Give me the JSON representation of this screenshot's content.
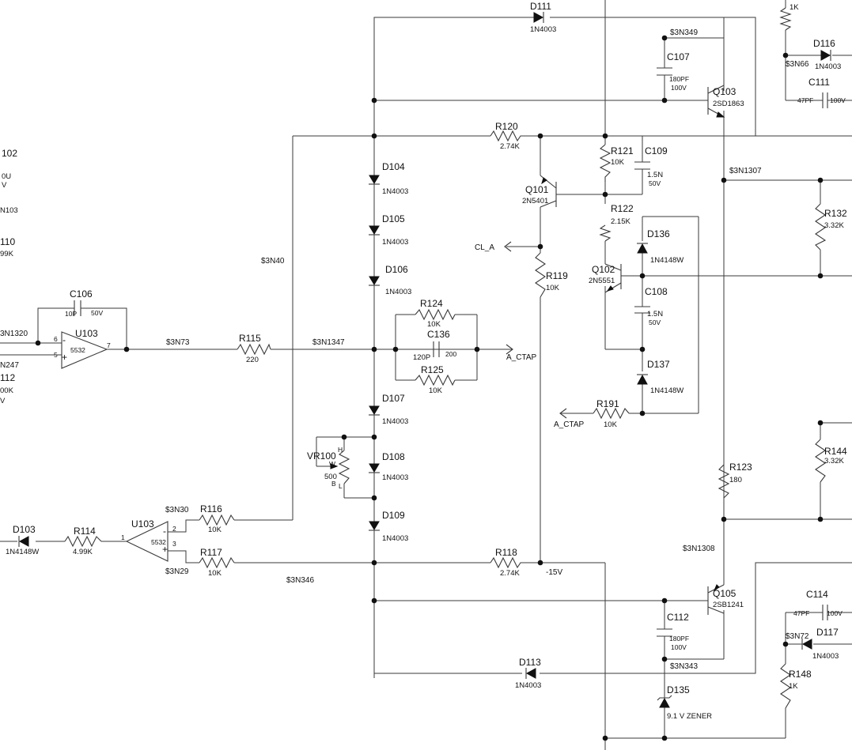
{
  "components": {
    "D111": {
      "ref": "D111",
      "value": "1N4003"
    },
    "D116": {
      "ref": "D116",
      "value": "1N4003"
    },
    "R_top": {
      "value": "1K"
    },
    "C107": {
      "ref": "C107",
      "value": "180PF",
      "voltage": "100V"
    },
    "C111": {
      "ref": "C111",
      "value": "47PF",
      "voltage": "100V"
    },
    "Q103": {
      "ref": "Q103",
      "value": "2SD1863"
    },
    "R120": {
      "ref": "R120",
      "value": "2.74K"
    },
    "R121": {
      "ref": "R121",
      "value": "10K"
    },
    "C109": {
      "ref": "C109",
      "value": "1.5N",
      "voltage": "50V"
    },
    "D104": {
      "ref": "D104",
      "value": "1N4003"
    },
    "D105": {
      "ref": "D105",
      "value": "1N4003"
    },
    "D106": {
      "ref": "D106",
      "value": "1N4003"
    },
    "Q101": {
      "ref": "Q101",
      "value": "2N5401"
    },
    "R122": {
      "ref": "R122",
      "value": "2.15K"
    },
    "R132": {
      "ref": "R132",
      "value": "3.32K"
    },
    "D136": {
      "ref": "D136",
      "value": "1N4148W"
    },
    "Q102": {
      "ref": "Q102",
      "value": "2N5551"
    },
    "R119": {
      "ref": "R119",
      "value": "10K"
    },
    "C108": {
      "ref": "C108",
      "value": "1.5N",
      "voltage": "50V"
    },
    "C106": {
      "ref": "C106",
      "value": "10P",
      "voltage": "50V"
    },
    "U103a": {
      "ref": "U103",
      "value": "5532"
    },
    "R124": {
      "ref": "R124",
      "value": "10K"
    },
    "C136": {
      "ref": "C136",
      "value": "120P",
      "voltage": "200"
    },
    "R125": {
      "ref": "R125",
      "value": "10K"
    },
    "R115": {
      "ref": "R115",
      "value": "220"
    },
    "D137": {
      "ref": "D137",
      "value": "1N4148W"
    },
    "R191": {
      "ref": "R191",
      "value": "10K"
    },
    "D107": {
      "ref": "D107",
      "value": "1N4003"
    },
    "VR100": {
      "ref": "VR100",
      "value": "500"
    },
    "D108": {
      "ref": "D108",
      "value": "1N4003"
    },
    "R144": {
      "ref": "R144",
      "value": "3.32K"
    },
    "R123": {
      "ref": "R123",
      "value": "180"
    },
    "R116": {
      "ref": "R116",
      "value": "10K"
    },
    "D109": {
      "ref": "D109",
      "value": "1N4003"
    },
    "D103": {
      "ref": "D103",
      "value": "1N4148W"
    },
    "R114": {
      "ref": "R114",
      "value": "4.99K"
    },
    "U103b": {
      "ref": "U103",
      "value": "5532"
    },
    "R117": {
      "ref": "R117",
      "value": "10K"
    },
    "R118": {
      "ref": "R118",
      "value": "2.74K"
    },
    "Q105": {
      "ref": "Q105",
      "value": "2SB1241"
    },
    "C114": {
      "ref": "C114",
      "value": "47PF",
      "voltage": "100V"
    },
    "C112": {
      "ref": "C112",
      "value": "180PF",
      "voltage": "100V"
    },
    "D117": {
      "ref": "D117",
      "value": "1N4003"
    },
    "R148": {
      "ref": "R148",
      "value": "1K"
    },
    "D113": {
      "ref": "D113",
      "value": "1N4003"
    },
    "D135": {
      "ref": "D135",
      "value": "9.1 V ZENER"
    }
  },
  "nets": {
    "n349": "$3N349",
    "n66": "$3N66",
    "n1307": "$3N1307",
    "n40": "$3N40",
    "n73": "$3N73",
    "n1347": "$3N1347",
    "n1320": "3N1320",
    "n247": "N247",
    "n103": "N103",
    "n30": "$3N30",
    "n29": "$3N29",
    "n346": "$3N346",
    "n1308": "$3N1308",
    "n72": "$3N72",
    "n343": "$3N343",
    "cla": "CL_A",
    "actap1": "A_CTAP",
    "actap2": "A_CTAP",
    "m15": "-15V"
  },
  "cut_off": {
    "t1": "102",
    "t2": "0U",
    "t3": "V",
    "t4": "110",
    "t5": "99K",
    "t6": "112",
    "t7": "00K",
    "t8": "V"
  },
  "pins": {
    "u1_p6": "6",
    "u1_p5": "5",
    "u1_p7": "7",
    "u1_minus": "-",
    "u1_plus": "+",
    "u2_p2": "2",
    "u2_p3": "3",
    "u2_p1": "1",
    "u2_minus": "-",
    "u2_plus": "+",
    "vr_h": "H",
    "vr_w": "W",
    "vr_b": "B",
    "vr_l": "L"
  }
}
